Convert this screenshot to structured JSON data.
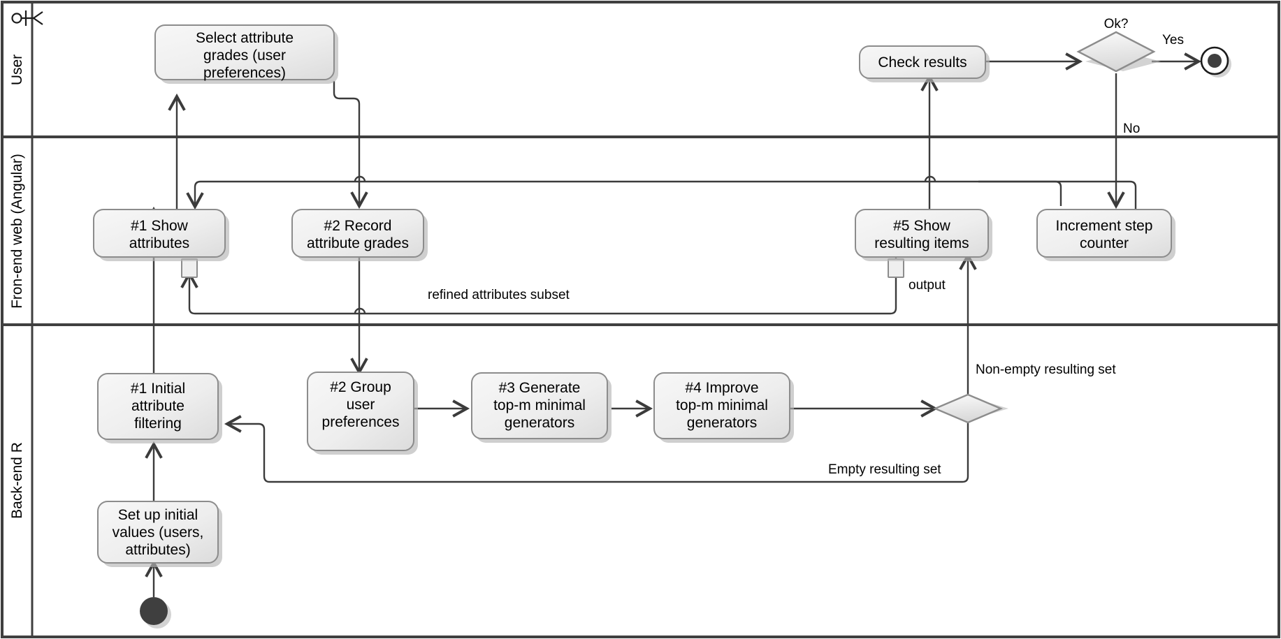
{
  "diagram": {
    "type": "uml-activity-swimlane",
    "title": "",
    "colors": {
      "node_fill_light": "#f2f2f2",
      "node_fill_dark": "#dedede",
      "node_stroke": "#8c8c8c",
      "shadow": "#b5b5b5",
      "line": "#3b3b3b",
      "frame": "#3f3f3f",
      "initial_node": "#3f3f3f",
      "canvas": "#ffffff"
    },
    "lanes": [
      {
        "id": "user",
        "label": "User",
        "icon": "actor-stick-figure-icon"
      },
      {
        "id": "frontend",
        "label": "Fron-end web (Angular)",
        "icon": ""
      },
      {
        "id": "backend",
        "label": "Back-end R",
        "icon": ""
      }
    ],
    "nodes": [
      {
        "id": "select-attribute-grades",
        "lane": "user",
        "kind": "action",
        "lines": [
          "Select attribute",
          "grades (user",
          "preferences)"
        ]
      },
      {
        "id": "check-results",
        "lane": "user",
        "kind": "action",
        "lines": [
          "Check results"
        ]
      },
      {
        "id": "ok-decision",
        "lane": "user",
        "kind": "decision",
        "label": "Ok?"
      },
      {
        "id": "final-node",
        "lane": "user",
        "kind": "final",
        "label": ""
      },
      {
        "id": "show-attributes",
        "lane": "frontend",
        "kind": "action",
        "lines": [
          "#1 Show",
          "attributes"
        ]
      },
      {
        "id": "record-attribute-grades",
        "lane": "frontend",
        "kind": "action",
        "lines": [
          "#2 Record",
          "attribute grades"
        ]
      },
      {
        "id": "show-resulting-items",
        "lane": "frontend",
        "kind": "action",
        "lines": [
          "#5 Show",
          "resulting items"
        ]
      },
      {
        "id": "increment-step-counter",
        "lane": "frontend",
        "kind": "action",
        "lines": [
          "Increment step",
          "counter"
        ]
      },
      {
        "id": "initial-attribute-filtering",
        "lane": "backend",
        "kind": "action",
        "lines": [
          "#1 Initial",
          "attribute",
          "filtering"
        ]
      },
      {
        "id": "set-up-initial-values",
        "lane": "backend",
        "kind": "action",
        "lines": [
          "Set up initial",
          "values (users,",
          "attributes)"
        ]
      },
      {
        "id": "group-user-preferences",
        "lane": "backend",
        "kind": "action",
        "lines": [
          "#2 Group",
          "user",
          "preferences"
        ]
      },
      {
        "id": "generate-top-m",
        "lane": "backend",
        "kind": "action",
        "lines": [
          "#3 Generate",
          "top-m minimal",
          "generators"
        ]
      },
      {
        "id": "improve-top-m",
        "lane": "backend",
        "kind": "action",
        "lines": [
          "#4 Improve",
          "top-m minimal",
          "generators"
        ]
      },
      {
        "id": "result-decision",
        "lane": "backend",
        "kind": "decision",
        "label": ""
      },
      {
        "id": "start-node",
        "lane": "backend",
        "kind": "initial",
        "label": ""
      }
    ],
    "edge_labels": {
      "yes": "Yes",
      "no": "No",
      "ok": "Ok?",
      "refined_attributes_subset": "refined attributes subset",
      "output": "output",
      "non_empty": "Non-empty resulting set",
      "empty": "Empty resulting set"
    },
    "pins": [
      {
        "id": "pin-show-attributes",
        "on": "show-attributes"
      },
      {
        "id": "pin-show-resulting-items",
        "on": "show-resulting-items"
      }
    ]
  }
}
